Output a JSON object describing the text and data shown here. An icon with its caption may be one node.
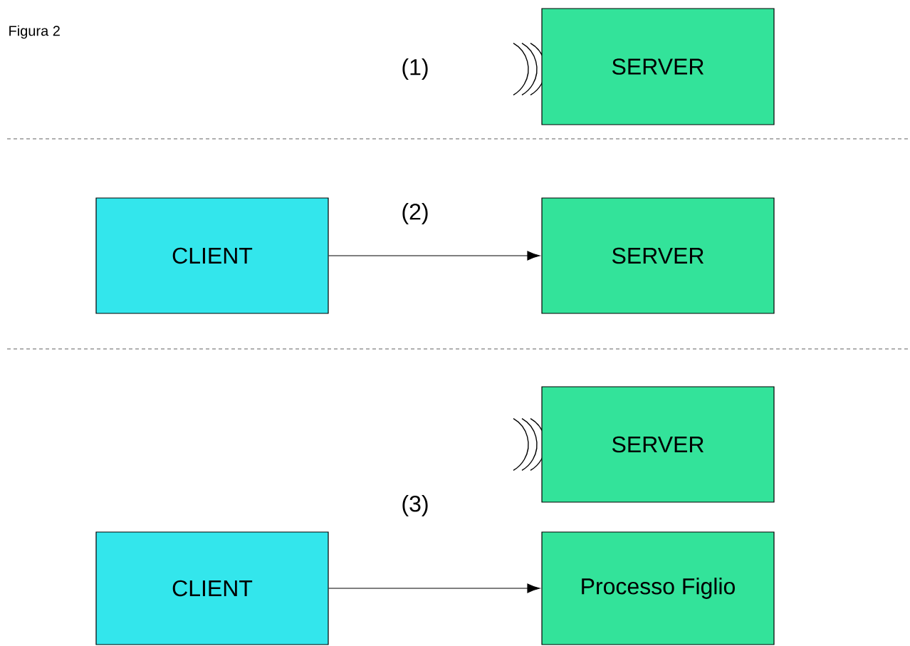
{
  "diagram": {
    "title": "Figura 2",
    "nodes": [
      {
        "text": [
          "SERVER"
        ]
      },
      {
        "text": [
          "CLIENT"
        ]
      },
      {
        "text": [
          "SERVER"
        ]
      },
      {
        "text": [
          "SERVER"
        ]
      },
      {
        "text": [
          "CLIENT"
        ]
      },
      {
        "text": [
          "Processo Figlio"
        ]
      }
    ],
    "edges": [
      {
        "from": 1,
        "to": 2,
        "arrow": "to"
      },
      {
        "from": 4,
        "to": 5,
        "arrow": "to"
      }
    ],
    "labels": [
      "(1)",
      "(2)",
      "(3)"
    ]
  }
}
